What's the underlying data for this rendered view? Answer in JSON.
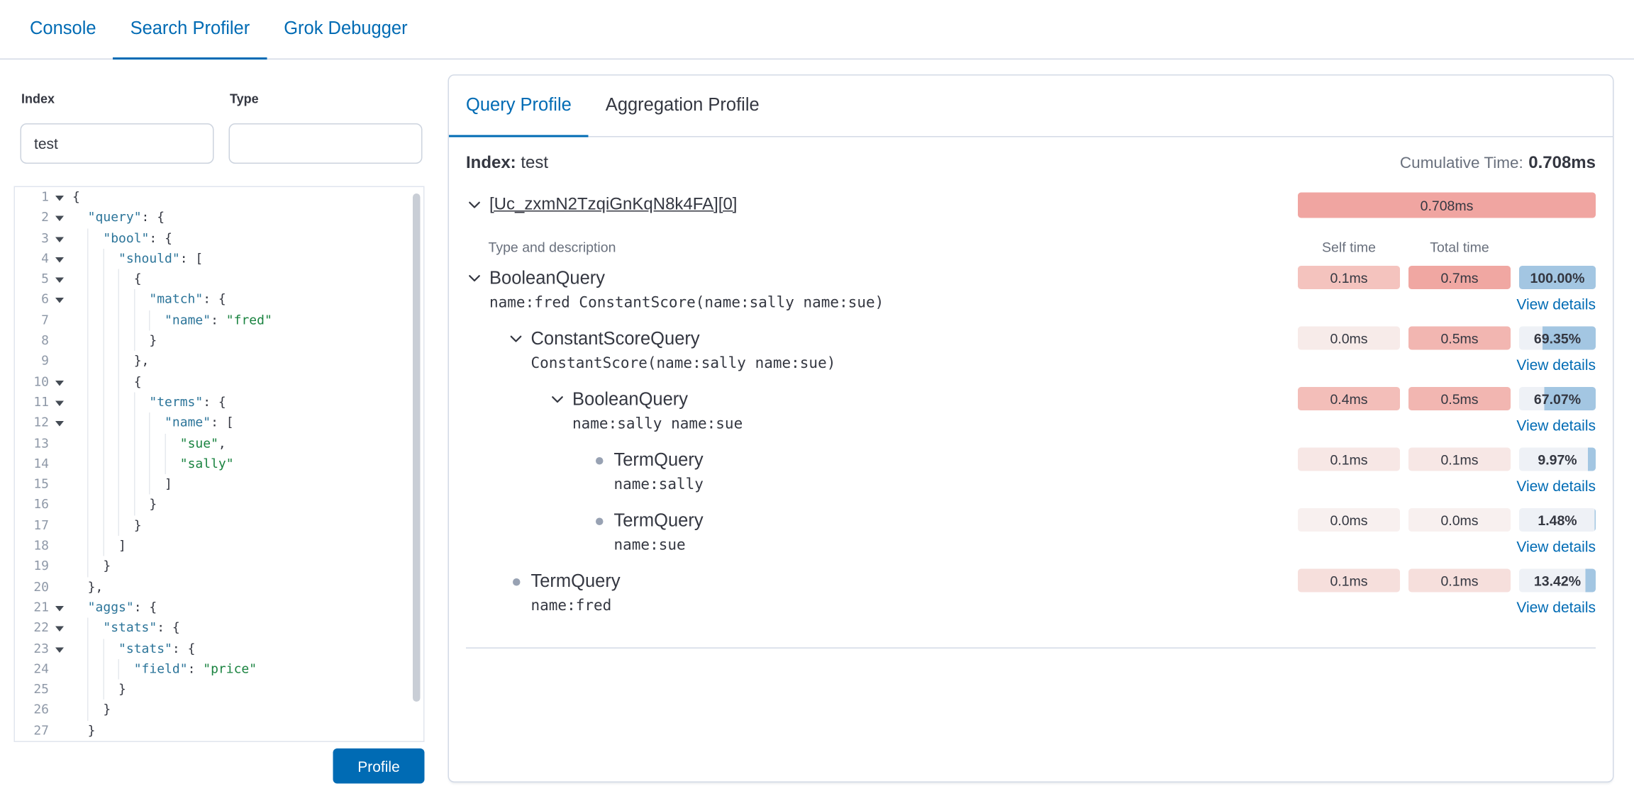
{
  "nav": {
    "tabs": [
      {
        "label": "Console",
        "active": false
      },
      {
        "label": "Search Profiler",
        "active": true
      },
      {
        "label": "Grok Debugger",
        "active": false
      }
    ]
  },
  "form": {
    "index_label": "Index",
    "index_value": "test",
    "type_label": "Type",
    "type_value": "",
    "profile_button": "Profile"
  },
  "editor": {
    "lines": [
      {
        "fold": true,
        "parts": [
          {
            "c": "p",
            "t": "{"
          }
        ]
      },
      {
        "fold": true,
        "parts": [
          {
            "c": "p",
            "t": "  "
          },
          {
            "c": "k",
            "t": "\"query\""
          },
          {
            "c": "p",
            "t": ": {"
          }
        ]
      },
      {
        "fold": true,
        "parts": [
          {
            "c": "p",
            "t": "    "
          },
          {
            "c": "k",
            "t": "\"bool\""
          },
          {
            "c": "p",
            "t": ": {"
          }
        ]
      },
      {
        "fold": true,
        "parts": [
          {
            "c": "p",
            "t": "      "
          },
          {
            "c": "k",
            "t": "\"should\""
          },
          {
            "c": "p",
            "t": ": ["
          }
        ]
      },
      {
        "fold": true,
        "parts": [
          {
            "c": "p",
            "t": "        {"
          }
        ]
      },
      {
        "fold": true,
        "parts": [
          {
            "c": "p",
            "t": "          "
          },
          {
            "c": "k",
            "t": "\"match\""
          },
          {
            "c": "p",
            "t": ": {"
          }
        ]
      },
      {
        "fold": false,
        "parts": [
          {
            "c": "p",
            "t": "            "
          },
          {
            "c": "k",
            "t": "\"name\""
          },
          {
            "c": "p",
            "t": ": "
          },
          {
            "c": "s",
            "t": "\"fred\""
          }
        ]
      },
      {
        "fold": false,
        "parts": [
          {
            "c": "p",
            "t": "          }"
          }
        ]
      },
      {
        "fold": false,
        "parts": [
          {
            "c": "p",
            "t": "        },"
          }
        ]
      },
      {
        "fold": true,
        "parts": [
          {
            "c": "p",
            "t": "        {"
          }
        ]
      },
      {
        "fold": true,
        "parts": [
          {
            "c": "p",
            "t": "          "
          },
          {
            "c": "k",
            "t": "\"terms\""
          },
          {
            "c": "p",
            "t": ": {"
          }
        ]
      },
      {
        "fold": true,
        "parts": [
          {
            "c": "p",
            "t": "            "
          },
          {
            "c": "k",
            "t": "\"name\""
          },
          {
            "c": "p",
            "t": ": ["
          }
        ]
      },
      {
        "fold": false,
        "parts": [
          {
            "c": "p",
            "t": "              "
          },
          {
            "c": "s",
            "t": "\"sue\""
          },
          {
            "c": "p",
            "t": ","
          }
        ]
      },
      {
        "fold": false,
        "parts": [
          {
            "c": "p",
            "t": "              "
          },
          {
            "c": "s",
            "t": "\"sally\""
          }
        ]
      },
      {
        "fold": false,
        "parts": [
          {
            "c": "p",
            "t": "            ]"
          }
        ]
      },
      {
        "fold": false,
        "parts": [
          {
            "c": "p",
            "t": "          }"
          }
        ]
      },
      {
        "fold": false,
        "parts": [
          {
            "c": "p",
            "t": "        }"
          }
        ]
      },
      {
        "fold": false,
        "parts": [
          {
            "c": "p",
            "t": "      ]"
          }
        ]
      },
      {
        "fold": false,
        "parts": [
          {
            "c": "p",
            "t": "    }"
          }
        ]
      },
      {
        "fold": false,
        "parts": [
          {
            "c": "p",
            "t": "  },"
          }
        ]
      },
      {
        "fold": true,
        "parts": [
          {
            "c": "p",
            "t": "  "
          },
          {
            "c": "k",
            "t": "\"aggs\""
          },
          {
            "c": "p",
            "t": ": {"
          }
        ]
      },
      {
        "fold": true,
        "parts": [
          {
            "c": "p",
            "t": "    "
          },
          {
            "c": "k",
            "t": "\"stats\""
          },
          {
            "c": "p",
            "t": ": {"
          }
        ]
      },
      {
        "fold": true,
        "parts": [
          {
            "c": "p",
            "t": "      "
          },
          {
            "c": "k",
            "t": "\"stats\""
          },
          {
            "c": "p",
            "t": ": {"
          }
        ]
      },
      {
        "fold": false,
        "parts": [
          {
            "c": "p",
            "t": "        "
          },
          {
            "c": "k",
            "t": "\"field\""
          },
          {
            "c": "p",
            "t": ": "
          },
          {
            "c": "s",
            "t": "\"price\""
          }
        ]
      },
      {
        "fold": false,
        "parts": [
          {
            "c": "p",
            "t": "      }"
          }
        ]
      },
      {
        "fold": false,
        "parts": [
          {
            "c": "p",
            "t": "    }"
          }
        ]
      },
      {
        "fold": false,
        "parts": [
          {
            "c": "p",
            "t": "  }"
          }
        ]
      }
    ]
  },
  "profile": {
    "tabs": [
      {
        "label": "Query Profile",
        "active": true
      },
      {
        "label": "Aggregation Profile",
        "active": false
      }
    ],
    "index_label": "Index:",
    "index_value": "test",
    "cumulative_label": "Cumulative Time:",
    "cumulative_value": "0.708ms",
    "shard": {
      "name": "[Uc_zxmN2TzqiGnKqN8k4FA][0]",
      "time": "0.708ms"
    },
    "columns": {
      "type": "Type and description",
      "self": "Self time",
      "total": "Total time"
    },
    "view_details_label": "View details",
    "colors": {
      "accent_blue": "#006BB4",
      "bar": "#f0a5a1",
      "pct_fill": "#a3c6e2",
      "pct_track": "#eef1f6"
    },
    "rows": [
      {
        "type": "BooleanQuery",
        "desc": "name:fred ConstantScore(name:sally name:sue)",
        "level": 0,
        "leaf": false,
        "self": "0.1ms",
        "self_color": "#f4c3be",
        "total": "0.7ms",
        "total_color": "#f0a7a2",
        "pct": "100.00%",
        "pct_fill": 100
      },
      {
        "type": "ConstantScoreQuery",
        "desc": "ConstantScore(name:sally name:sue)",
        "level": 1,
        "leaf": false,
        "self": "0.0ms",
        "self_color": "#f7ebe9",
        "total": "0.5ms",
        "total_color": "#f2b6b1",
        "pct": "69.35%",
        "pct_fill": 69.35
      },
      {
        "type": "BooleanQuery",
        "desc": "name:sally name:sue",
        "level": 2,
        "leaf": false,
        "self": "0.4ms",
        "self_color": "#f3beb9",
        "total": "0.5ms",
        "total_color": "#f2b6b1",
        "pct": "67.07%",
        "pct_fill": 67.07
      },
      {
        "type": "TermQuery",
        "desc": "name:sally",
        "level": 3,
        "leaf": true,
        "self": "0.1ms",
        "self_color": "#f7e7e5",
        "total": "0.1ms",
        "total_color": "#f7e7e5",
        "pct": "9.97%",
        "pct_fill": 9.97
      },
      {
        "type": "TermQuery",
        "desc": "name:sue",
        "level": 3,
        "leaf": true,
        "self": "0.0ms",
        "self_color": "#f8f0ef",
        "total": "0.0ms",
        "total_color": "#f8f0ef",
        "pct": "1.48%",
        "pct_fill": 1.48
      },
      {
        "type": "TermQuery",
        "desc": "name:fred",
        "level": 1,
        "leaf": true,
        "self": "0.1ms",
        "self_color": "#f6dfdc",
        "total": "0.1ms",
        "total_color": "#f6dfdc",
        "pct": "13.42%",
        "pct_fill": 13.42
      }
    ]
  }
}
